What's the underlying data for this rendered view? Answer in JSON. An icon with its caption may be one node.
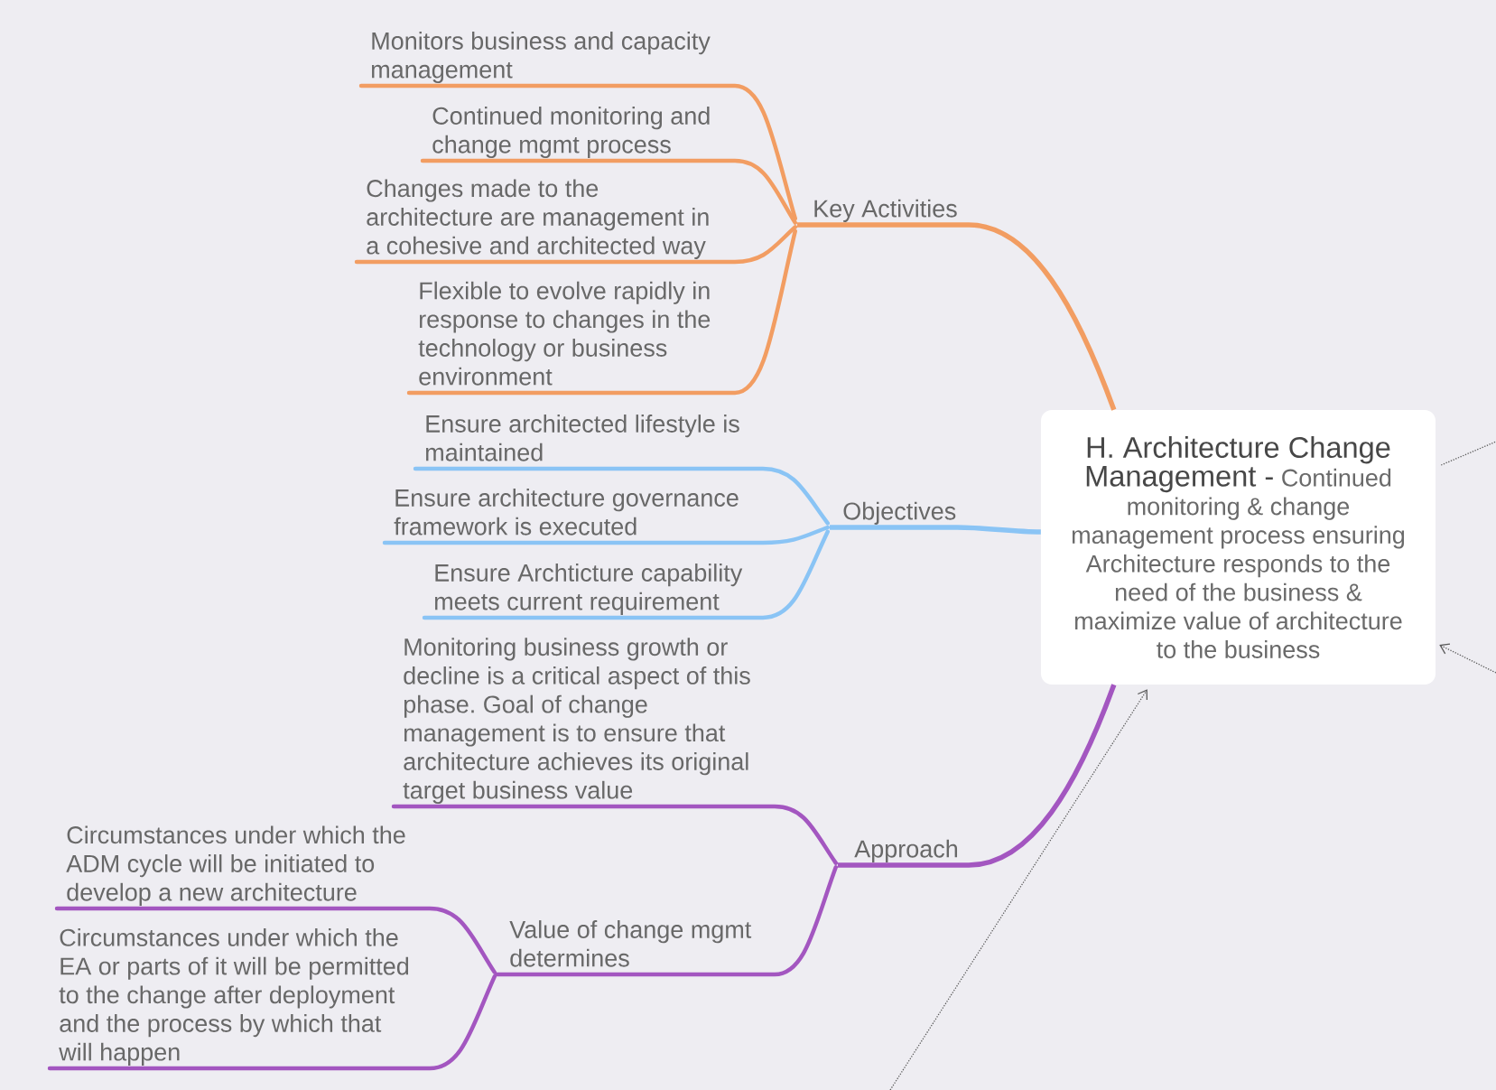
{
  "diagram": {
    "nodes": [
      {
        "text": [
          "H. Architecture Change Management -",
          "Continued monitoring & change management process ensuring Architecture responds to the need of the business & maximize value of architecture to the business"
        ]
      },
      {
        "text": [
          "Key Activities"
        ]
      },
      {
        "text": [
          "Monitors business and capacity management"
        ]
      },
      {
        "text": [
          "Continued monitoring and change mgmt process"
        ]
      },
      {
        "text": [
          "Changes made to the architecture are management in a cohesive and architected way"
        ]
      },
      {
        "text": [
          "Flexible to evolve rapidly in response to changes in the technology or business environment"
        ]
      },
      {
        "text": [
          "Objectives"
        ]
      },
      {
        "text": [
          "Ensure architected lifestyle is maintained"
        ]
      },
      {
        "text": [
          "Ensure architecture governance framework is executed"
        ]
      },
      {
        "text": [
          "Ensure Archticture capability meets current requirement"
        ]
      },
      {
        "text": [
          "Approach"
        ]
      },
      {
        "text": [
          "Monitoring business growth or decline is a critical aspect of this phase. Goal of change management is to ensure that architecture achieves its original target business value"
        ]
      },
      {
        "text": [
          "Value of change mgmt determines"
        ]
      },
      {
        "text": [
          "Circumstances under which the ADM cycle will be initiated to develop a new architecture"
        ]
      },
      {
        "text": [
          "Circumstances under which the EA or parts of it will be permitted to the change after deployment and the process by which that will happen"
        ]
      }
    ],
    "edges": [
      {
        "from": 0,
        "to": 1,
        "arrow": "none",
        "color": "#f29d62"
      },
      {
        "from": 1,
        "to": 2,
        "arrow": "none",
        "color": "#f29d62"
      },
      {
        "from": 1,
        "to": 3,
        "arrow": "none",
        "color": "#f29d62"
      },
      {
        "from": 1,
        "to": 4,
        "arrow": "none",
        "color": "#f29d62"
      },
      {
        "from": 1,
        "to": 5,
        "arrow": "none",
        "color": "#f29d62"
      },
      {
        "from": 0,
        "to": 6,
        "arrow": "none",
        "color": "#8ac4f5"
      },
      {
        "from": 6,
        "to": 7,
        "arrow": "none",
        "color": "#8ac4f5"
      },
      {
        "from": 6,
        "to": 8,
        "arrow": "none",
        "color": "#8ac4f5"
      },
      {
        "from": 6,
        "to": 9,
        "arrow": "none",
        "color": "#8ac4f5"
      },
      {
        "from": 0,
        "to": 10,
        "arrow": "none",
        "color": "#a356c0"
      },
      {
        "from": 10,
        "to": 11,
        "arrow": "none",
        "color": "#a356c0"
      },
      {
        "from": 10,
        "to": 12,
        "arrow": "none",
        "color": "#a356c0"
      },
      {
        "from": 12,
        "to": 13,
        "arrow": "none",
        "color": "#a356c0"
      },
      {
        "from": 12,
        "to": 14,
        "arrow": "none",
        "color": "#a356c0"
      },
      {
        "from": 0,
        "to": null,
        "arrow": "none",
        "style": "dashed",
        "color": "#5a5a5a"
      },
      {
        "from": null,
        "to": 0,
        "arrow": "to",
        "style": "dashed",
        "color": "#5a5a5a"
      },
      {
        "from": null,
        "to": 0,
        "arrow": "to",
        "style": "dashed",
        "color": "#5a5a5a"
      }
    ]
  }
}
